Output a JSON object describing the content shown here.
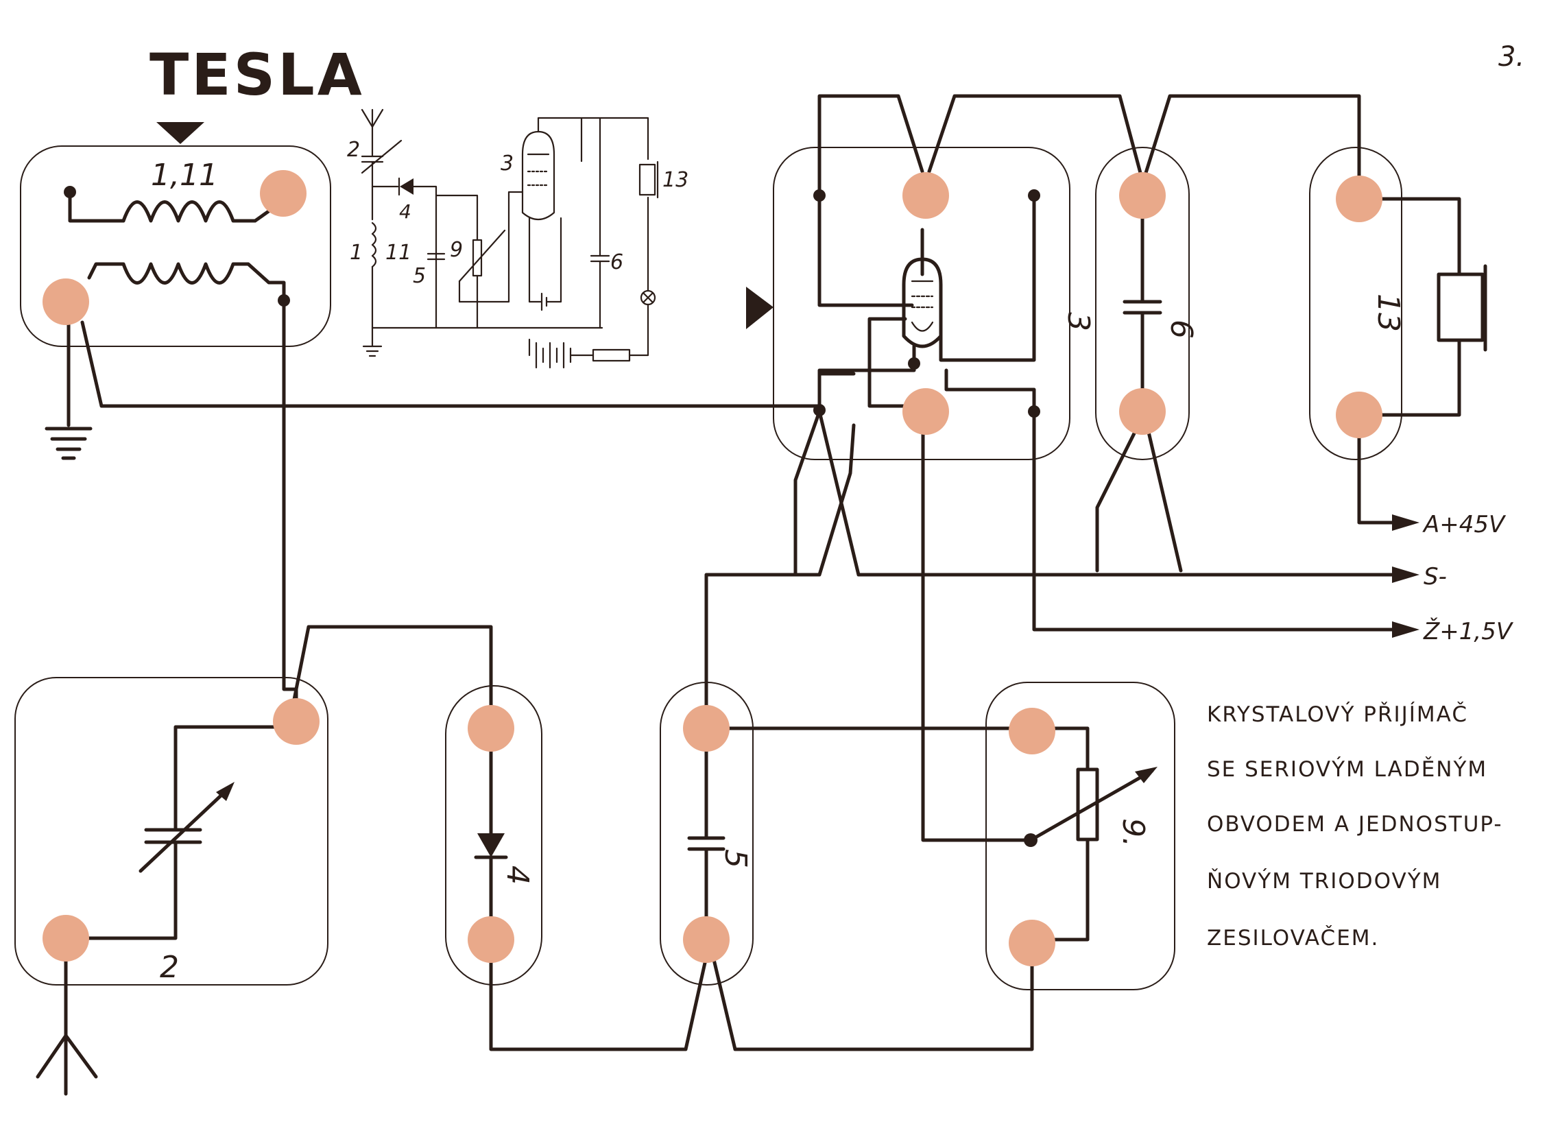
{
  "brand": "TESLA",
  "page_number": "3.",
  "labels": {
    "coil": "1,11",
    "tuning_capacitor": "2",
    "tube": "3",
    "diode": "4",
    "capacitor_5": "5",
    "capacitor_6": "6",
    "potentiometer": "9.",
    "headphones": "13"
  },
  "schematic_labels": {
    "tuning_capacitor": "2",
    "tube": "3",
    "diode": "4",
    "coil": "11",
    "coil_extra": "1",
    "capacitor_5": "5",
    "potentiometer": "9",
    "capacitor_6": "6",
    "headphones": "13"
  },
  "supply": {
    "anode": "A+45V",
    "grid": "S-",
    "heater": "Ž+1,5V"
  },
  "caption": [
    "KRYSTALOVÝ  PŘIJÍMAČ",
    "SE SERIOVÝM  LADĚNÝM",
    "OBVODEM A JEDNOSTUP-",
    "ŇOVÝM  TRIODOVÝM",
    "ZESILOVAČEM."
  ],
  "colors": {
    "wire": "#2a1d18",
    "pad": "#e9a98a",
    "background": "#ffffff"
  }
}
